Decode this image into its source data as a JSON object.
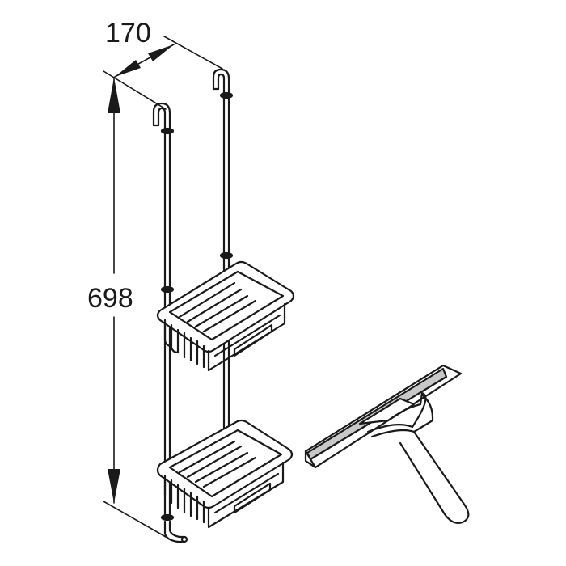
{
  "drawing": {
    "subject": "Shower caddy with two wire baskets and squeegee",
    "dimensions": {
      "width": "170",
      "height": "698"
    },
    "components": [
      "hanging-rail-left",
      "hanging-rail-right",
      "upper-basket",
      "lower-basket",
      "squeegee"
    ],
    "colors": {
      "line": "#1a1a1a",
      "background": "#ffffff",
      "squeegee_blade": "#c8c8c8"
    }
  }
}
